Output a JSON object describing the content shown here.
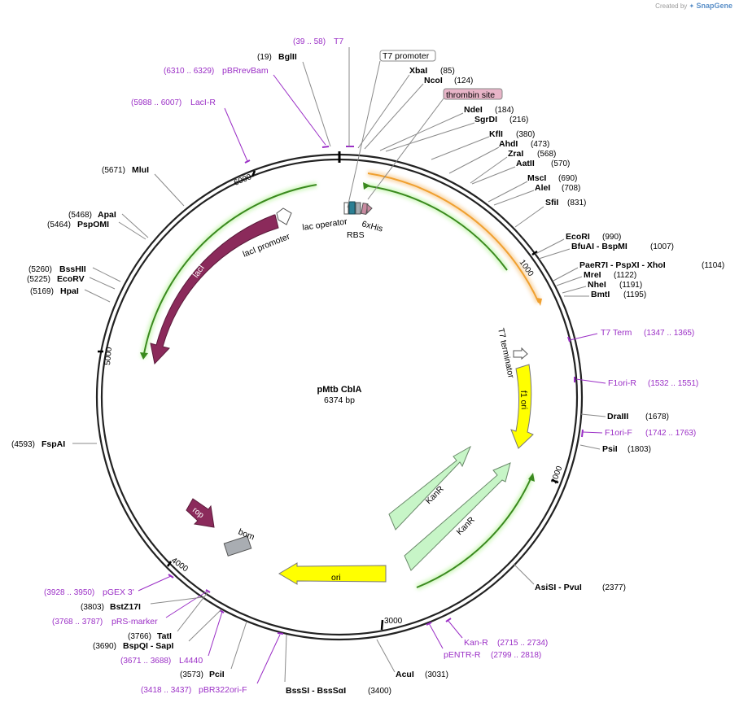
{
  "credit": {
    "prefix": "Created by",
    "brand": "SnapGene"
  },
  "plasmid": {
    "name": "pMtb CblA",
    "length_label": "6374 bp",
    "length": 6374
  },
  "colors": {
    "backbone": "#222222",
    "primer": "#9b2fc6",
    "feature_lacI": "#8b2a5b",
    "feature_rop": "#8b2a5b",
    "feature_kan": "#c7f5c7",
    "feature_ori": "#ffff00",
    "feature_bom": "#a9adb2",
    "promoter": "#ffffff",
    "orf_green": "#3a8a1e",
    "orf_orange": "#f0a030",
    "thrombin_fill": "#e8b5c8"
  },
  "ticks": [
    {
      "label": "1000",
      "pos": 1000
    },
    {
      "label": "2000",
      "pos": 2000
    },
    {
      "label": "3000",
      "pos": 3000
    },
    {
      "label": "4000",
      "pos": 4000
    },
    {
      "label": "5000",
      "pos": 5000
    },
    {
      "label": "6000",
      "pos": 6000
    }
  ],
  "sites": [
    {
      "name": "T7",
      "pos": "(39 .. 58)",
      "primer": true
    },
    {
      "name": "BglII",
      "pos": "(19)"
    },
    {
      "name": "pBRrevBam",
      "pos": "(6310 .. 6329)",
      "primer": true
    },
    {
      "name": "LacI-R",
      "pos": "(5988 .. 6007)",
      "primer": true
    },
    {
      "name": "T7 promoter",
      "pos": "",
      "boxed": true
    },
    {
      "name": "XbaI",
      "pos": "(85)"
    },
    {
      "name": "NcoI",
      "pos": "(124)"
    },
    {
      "name": "thrombin site",
      "pos": "",
      "boxed": true,
      "pink": true
    },
    {
      "name": "NdeI",
      "pos": "(184)"
    },
    {
      "name": "SgrDI",
      "pos": "(216)"
    },
    {
      "name": "KflI",
      "pos": "(380)"
    },
    {
      "name": "AhdI",
      "pos": "(473)"
    },
    {
      "name": "ZraI",
      "pos": "(568)"
    },
    {
      "name": "AatII",
      "pos": "(570)"
    },
    {
      "name": "MscI",
      "pos": "(690)"
    },
    {
      "name": "AleI",
      "pos": "(708)"
    },
    {
      "name": "SfiI",
      "pos": "(831)"
    },
    {
      "name": "EcoRI",
      "pos": "(990)"
    },
    {
      "name": "BfuAI - BspMI",
      "pos": "(1007)"
    },
    {
      "name": "PaeR7I - PspXI - XhoI",
      "pos": "(1104)"
    },
    {
      "name": "MreI",
      "pos": "(1122)"
    },
    {
      "name": "NheI",
      "pos": "(1191)"
    },
    {
      "name": "BmtI",
      "pos": "(1195)"
    },
    {
      "name": "T7 Term",
      "pos": "(1347 .. 1365)",
      "primer": true
    },
    {
      "name": "F1ori-R",
      "pos": "(1532 .. 1551)",
      "primer": true
    },
    {
      "name": "DraIII",
      "pos": "(1678)"
    },
    {
      "name": "F1ori-F",
      "pos": "(1742 .. 1763)",
      "primer": true
    },
    {
      "name": "PsiI",
      "pos": "(1803)"
    },
    {
      "name": "AsiSI - PvuI",
      "pos": "(2377)"
    },
    {
      "name": "Kan-R",
      "pos": "(2715 .. 2734)",
      "primer": true
    },
    {
      "name": "pENTR-R",
      "pos": "(2799 .. 2818)",
      "primer": true
    },
    {
      "name": "AcuI",
      "pos": "(3031)"
    },
    {
      "name": "BssSI - BssSαI",
      "pos": "(3400)"
    },
    {
      "name": "pBR322ori-F",
      "pos": "(3418 .. 3437)",
      "primer": true
    },
    {
      "name": "PciI",
      "pos": "(3573)"
    },
    {
      "name": "L4440",
      "pos": "(3671 .. 3688)",
      "primer": true
    },
    {
      "name": "BspQI - SapI",
      "pos": "(3690)"
    },
    {
      "name": "TatI",
      "pos": "(3766)"
    },
    {
      "name": "pRS-marker",
      "pos": "(3768 .. 3787)",
      "primer": true
    },
    {
      "name": "BstZ17I",
      "pos": "(3803)"
    },
    {
      "name": "pGEX 3'",
      "pos": "(3928 .. 3950)",
      "primer": true
    },
    {
      "name": "FspAI",
      "pos": "(4593)"
    },
    {
      "name": "HpaI",
      "pos": "(5169)"
    },
    {
      "name": "EcoRV",
      "pos": "(5225)"
    },
    {
      "name": "BssHII",
      "pos": "(5260)"
    },
    {
      "name": "PspOMI",
      "pos": "(5464)"
    },
    {
      "name": "ApaI",
      "pos": "(5468)"
    },
    {
      "name": "MluI",
      "pos": "(5671)"
    }
  ],
  "features": [
    {
      "name": "lacI"
    },
    {
      "name": "lacI promoter"
    },
    {
      "name": "lac operator"
    },
    {
      "name": "RBS"
    },
    {
      "name": "6xHis"
    },
    {
      "name": "T7 terminator"
    },
    {
      "name": "f1 ori"
    },
    {
      "name": "KanR"
    },
    {
      "name": "KanR"
    },
    {
      "name": "ori"
    },
    {
      "name": "bom"
    },
    {
      "name": "rop"
    }
  ]
}
